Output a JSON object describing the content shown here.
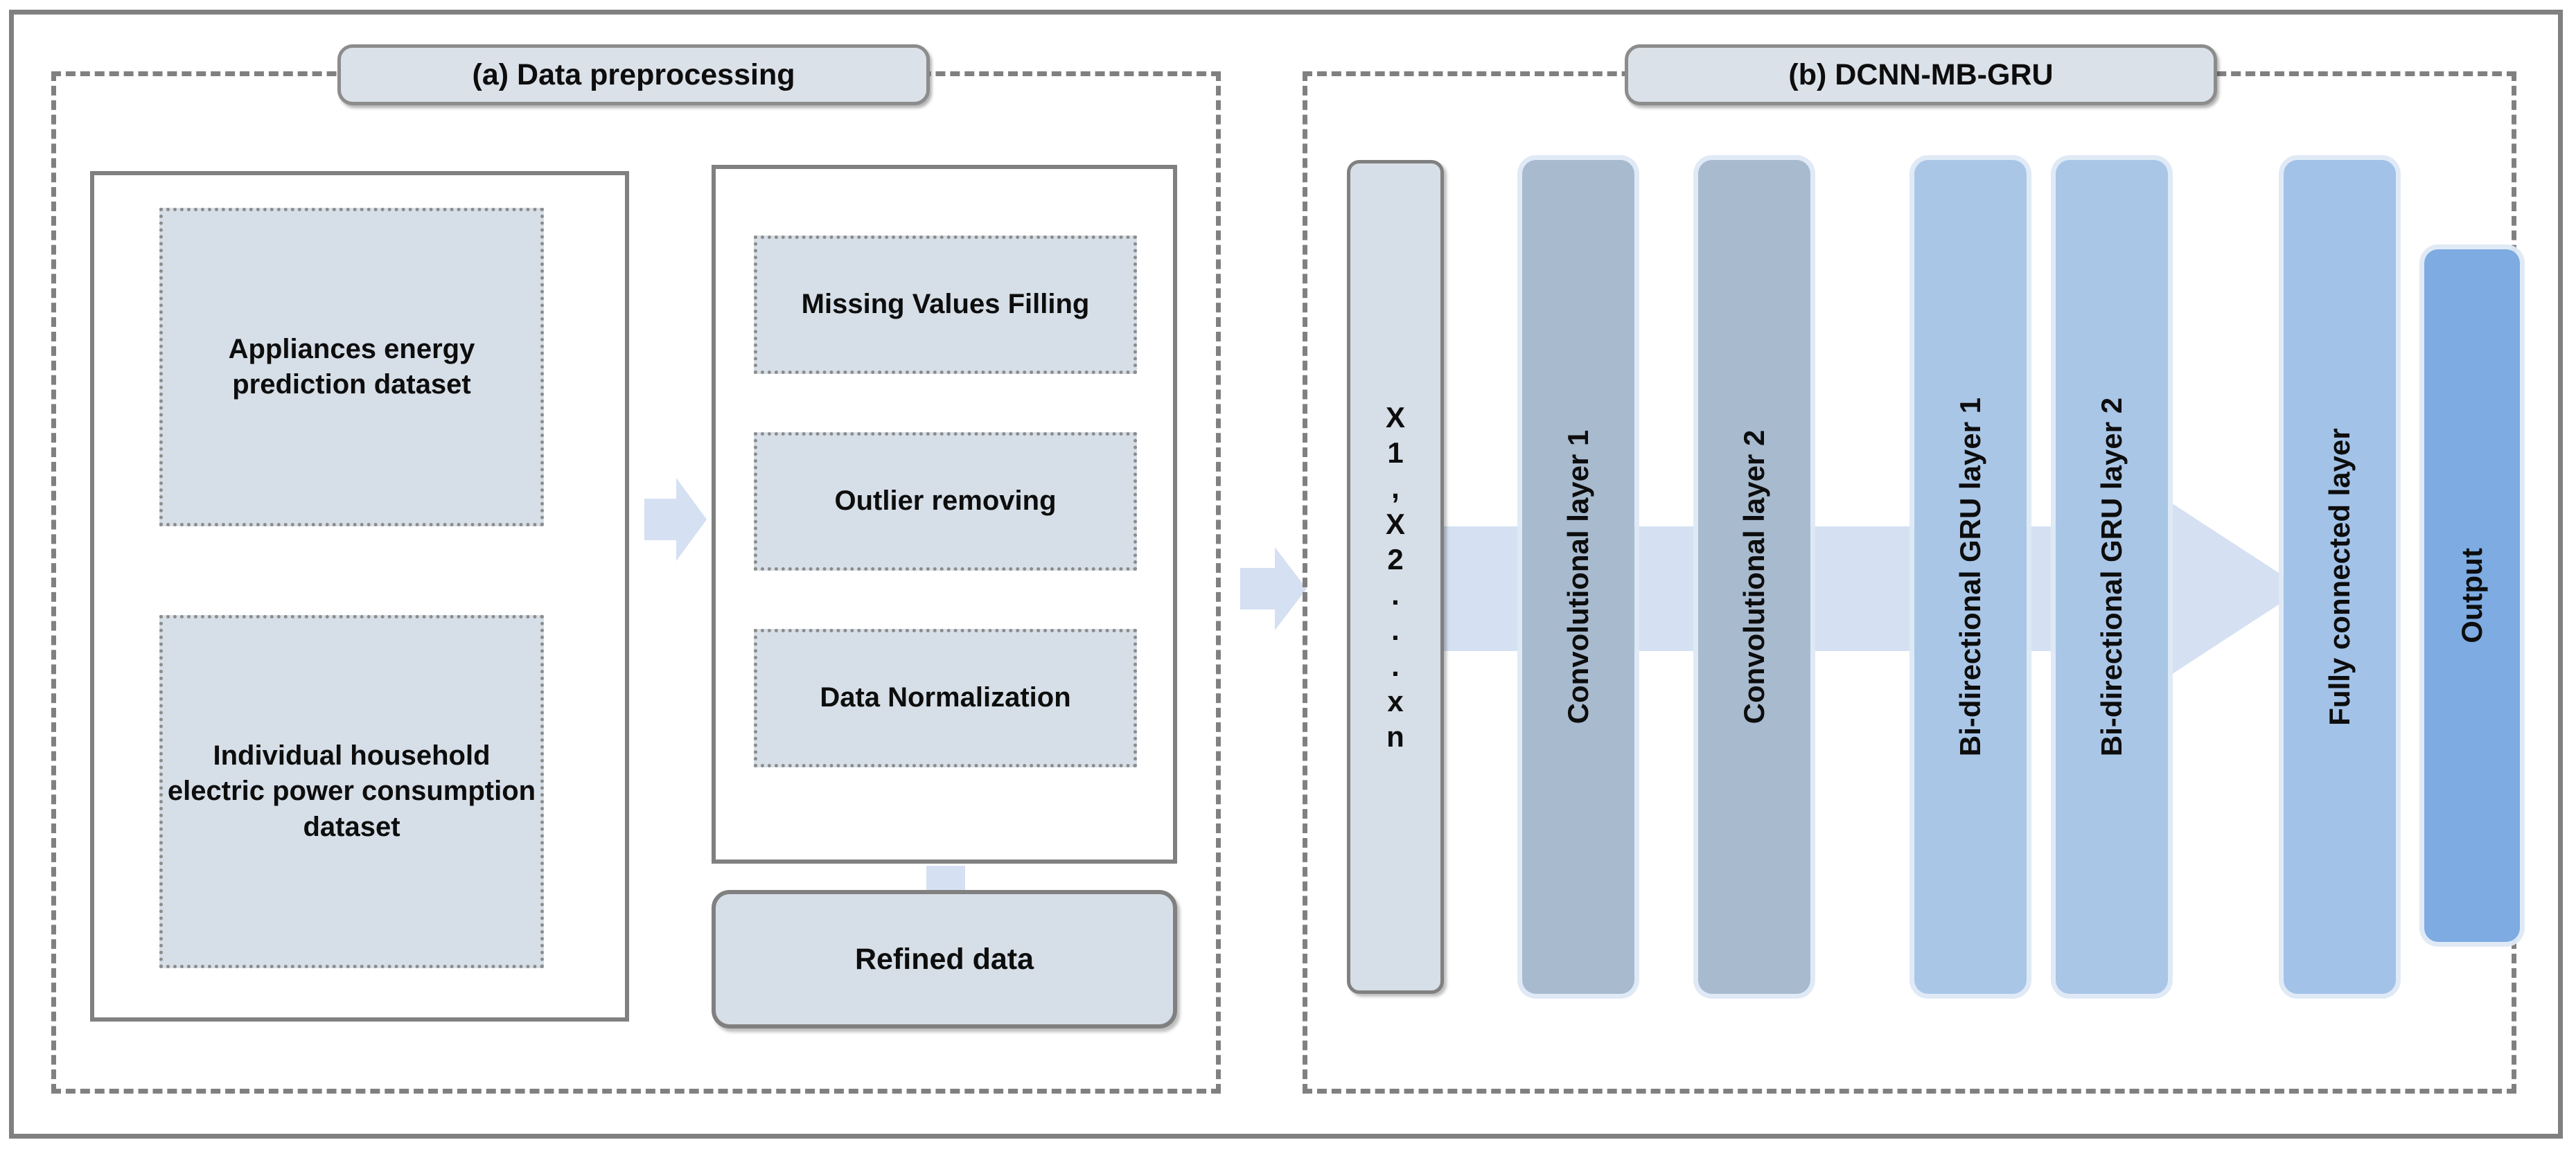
{
  "figure": {
    "panels": [
      {
        "id": "a",
        "title": "(a) Data preprocessing"
      },
      {
        "id": "b",
        "title": "(b) DCNN-MB-GRU"
      }
    ]
  },
  "panel_a": {
    "datasets": [
      {
        "label": "Appliances energy prediction dataset"
      },
      {
        "label": "Individual household electric power consumption dataset"
      }
    ],
    "steps": [
      {
        "label": "Missing Values Filling"
      },
      {
        "label": "Outlier removing"
      },
      {
        "label": "Data Normalization"
      }
    ],
    "output": {
      "label": "Refined data"
    },
    "arrows": [
      {
        "name": "datasets-to-steps",
        "direction": "right"
      },
      {
        "name": "steps-to-refined",
        "direction": "down"
      },
      {
        "name": "panel-a-to-panel-b",
        "direction": "right"
      }
    ]
  },
  "panel_b": {
    "input": {
      "label": "X1,X2...xn",
      "chars": [
        "X",
        "1",
        ",",
        "X",
        "2",
        ".",
        ".",
        ".",
        "x",
        "n"
      ]
    },
    "layers": [
      {
        "label": "Convolutional layer 1",
        "color": "#a8bace"
      },
      {
        "label": "Convolutional layer 2",
        "color": "#a8bace"
      },
      {
        "label": "Bi-directional GRU layer 1",
        "color": "#aac6e7"
      },
      {
        "label": "Bi-directional GRU layer 2",
        "color": "#aac6e7"
      },
      {
        "label": "Fully connected layer",
        "color": "#a3c2e8"
      }
    ],
    "output": {
      "label": "Output",
      "color": "#7dabe2"
    },
    "flow_arrow": {
      "name": "left-to-right-flow",
      "color": "#d5e1f2"
    }
  },
  "colors": {
    "frame": "#808080",
    "chip_fill": "#dbe1e8",
    "dotted_fill": "#d6dee7",
    "arrow_fill": "#d5e1f2",
    "conv_bar": "#a8bace",
    "gru_bar": "#aac6e7",
    "fc_bar": "#a3c2e8",
    "output_bar": "#7dabe2",
    "text": "#0d0d0d"
  }
}
